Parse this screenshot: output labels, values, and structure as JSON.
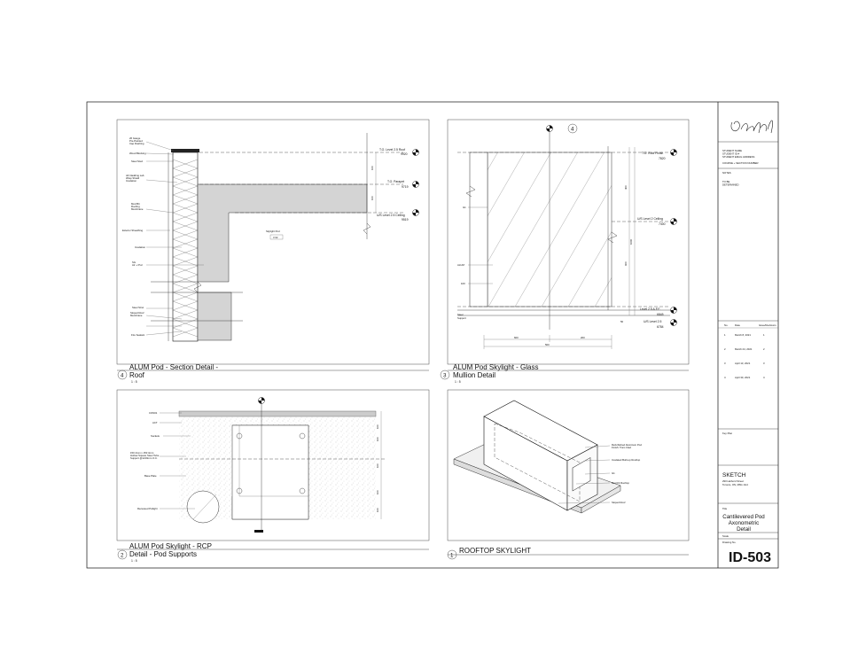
{
  "student": {
    "name": "STUDENT NAME",
    "id": "STUDENT ID #",
    "email": "STUDENT EMAIL ADDRESS",
    "course": "COURSE + SECTION NUMBER"
  },
  "notes": {
    "label": "NOTES",
    "text1": "TO BE",
    "text2": "DETERMINED"
  },
  "revisions": {
    "headers": [
      "No.",
      "Date",
      "Issue/Revisions"
    ],
    "rows": [
      {
        "no": "1",
        "date": "March 8, 2021",
        "issue": "1"
      },
      {
        "no": "2",
        "date": "March 24, 2021",
        "issue": "2"
      },
      {
        "no": "3",
        "date": "April 13, 2021",
        "issue": "3"
      },
      {
        "no": "4",
        "date": "April 30, 2021",
        "issue": "4"
      }
    ]
  },
  "key_plan_label": "Key Plan",
  "firm": {
    "name": "SKETCH",
    "address1": "290 Harbord Street",
    "address2": "Toronto, ON, M6G 1G4"
  },
  "title_block": {
    "title_label": "Title",
    "title1": "Cantilevered Pod",
    "title2": "Axonometric",
    "title3": "Detail",
    "scale_label": "Scale",
    "drawing_no_label": "Drawing No.",
    "drawing_no": "ID-503"
  },
  "views": {
    "v4": {
      "num": "4",
      "title1": "ALUM Pod - Section Detail -",
      "title2": "Roof",
      "scale": "1 : 5",
      "labels": [
        "26 Gauge",
        "Pre-Painted",
        "Cap Flashing",
        "Wood Blocking",
        "Steel Stud",
        "All Cladding Lab",
        "Wrap Shield",
        "Insulation",
        "Mod Bit",
        "Roofing",
        "Membrane",
        "Exterior Sheathing",
        "Insulation",
        "SG",
        "Air + Pvd",
        "Steel Strut",
        "Sloped Roof",
        "Membrane",
        "Fire Sealant"
      ],
      "skylight_label": "Skylight Pod",
      "skylight_tag": "3 02",
      "levels": [
        {
          "name": "T.O. Level 2.5 Roof",
          "elev": "9920"
        },
        {
          "name": "T.O. Parapet",
          "elev": "9719"
        },
        {
          "name": "U/S Level 2.5 Ceiling",
          "elev": "9519"
        }
      ],
      "dims": [
        "100",
        "100"
      ]
    },
    "v3": {
      "num": "3",
      "title1": "ALUM Pod Skylight - Glass",
      "title2": "Mullion Detail",
      "scale": "1 : 5",
      "grid_bubble": "4",
      "levels": [
        {
          "name": "T.O. Roof Finish",
          "elev": "7820"
        },
        {
          "name": "U/S Level 2 Ceiling",
          "elev": "7400"
        },
        {
          "name": "Level 2.5 A.F.F.",
          "elev": "6845"
        },
        {
          "name": "U/S Level 2.5",
          "elev": "6784"
        }
      ],
      "labels": [
        "G1",
        "ALUM",
        "100",
        "Steel",
        "Support"
      ],
      "dims": [
        "400",
        "1000",
        "600",
        "600",
        "500",
        "200",
        "50"
      ]
    },
    "v2": {
      "num": "2",
      "title1": "ALUM Pod Skylight - RCP",
      "title2": "Detail - Pod Supports",
      "scale": "1 : 5",
      "labels": [
        "CON01",
        "ACT",
        "Sockets",
        "150 4mm x 150 4mm",
        "Hollow Square Steel Tube",
        "Support @1219mm O.C.",
        "Base Plate",
        "Recessed Potlight"
      ],
      "dims": [
        "100",
        "100",
        "100",
        "100",
        "100"
      ]
    },
    "v1": {
      "num": "1",
      "title": "ROOFTOP SKYLIGHT",
      "labels": [
        "Refurbished Aluminum Pod",
        "Finish: Tram Clad",
        "Insulated Built-up Rooftop",
        "G1",
        "Mod Fit Rooftop",
        "Sloped Roof"
      ]
    }
  }
}
